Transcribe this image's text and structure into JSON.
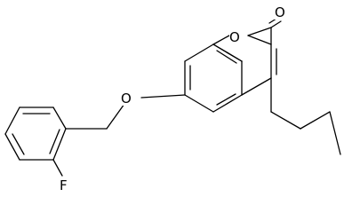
{
  "molecule": {
    "atoms": {
      "carbonyl_oxygen": "O",
      "ring_oxygen": "O",
      "ether_oxygen": "O",
      "fluorine": "F"
    }
  }
}
